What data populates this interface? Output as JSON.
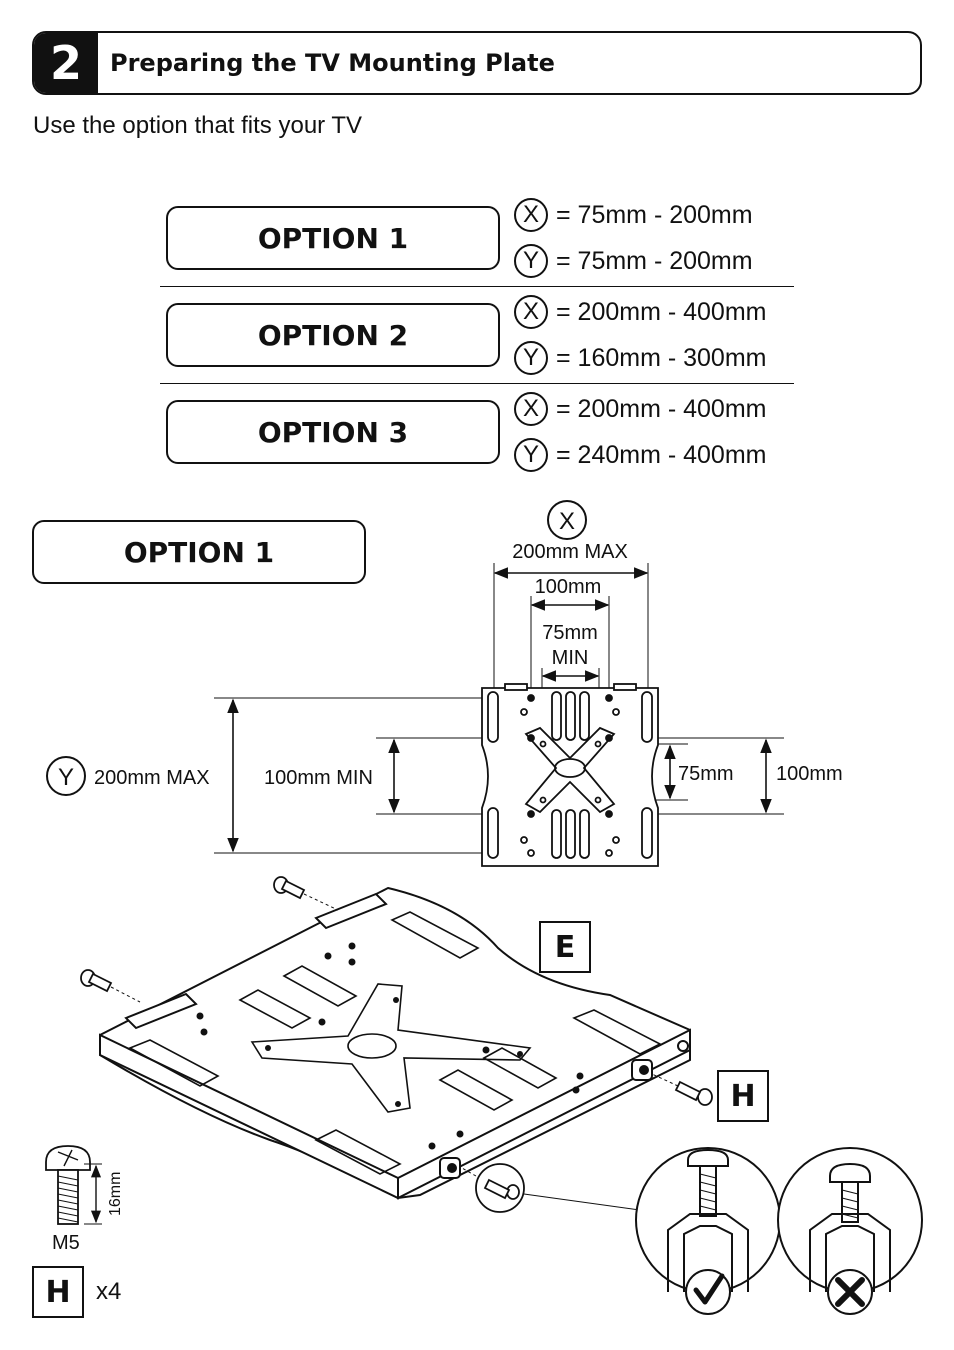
{
  "step": {
    "number": "2",
    "title": "Preparing the TV Mounting Plate"
  },
  "subtitle": "Use the option that fits your TV",
  "options": [
    {
      "label": "OPTION 1",
      "x": "= 75mm - 200mm",
      "y": "= 75mm - 200mm"
    },
    {
      "label": "OPTION 2",
      "x": "= 200mm - 400mm",
      "y": "= 160mm - 300mm"
    },
    {
      "label": "OPTION 3",
      "x": "= 200mm - 400mm",
      "y": "= 240mm - 400mm"
    }
  ],
  "axis_symbols": {
    "x": "X",
    "y": "Y"
  },
  "option_detail": {
    "label": "OPTION 1",
    "x_max": "200mm MAX",
    "x_mid": "100mm",
    "x_min_value": "75mm",
    "x_min_word": "MIN",
    "y_max": "200mm MAX",
    "y_min": "100mm MIN",
    "y_right_inner": "75mm",
    "y_right_outer": "100mm"
  },
  "parts": {
    "plate_label": "E",
    "screw_label": "H",
    "screw_size": "M5",
    "screw_length": "16mm",
    "quantity": "x4"
  },
  "colors": {
    "ink": "#111111",
    "background": "#ffffff"
  },
  "icons": [
    "check-icon",
    "cross-icon"
  ]
}
